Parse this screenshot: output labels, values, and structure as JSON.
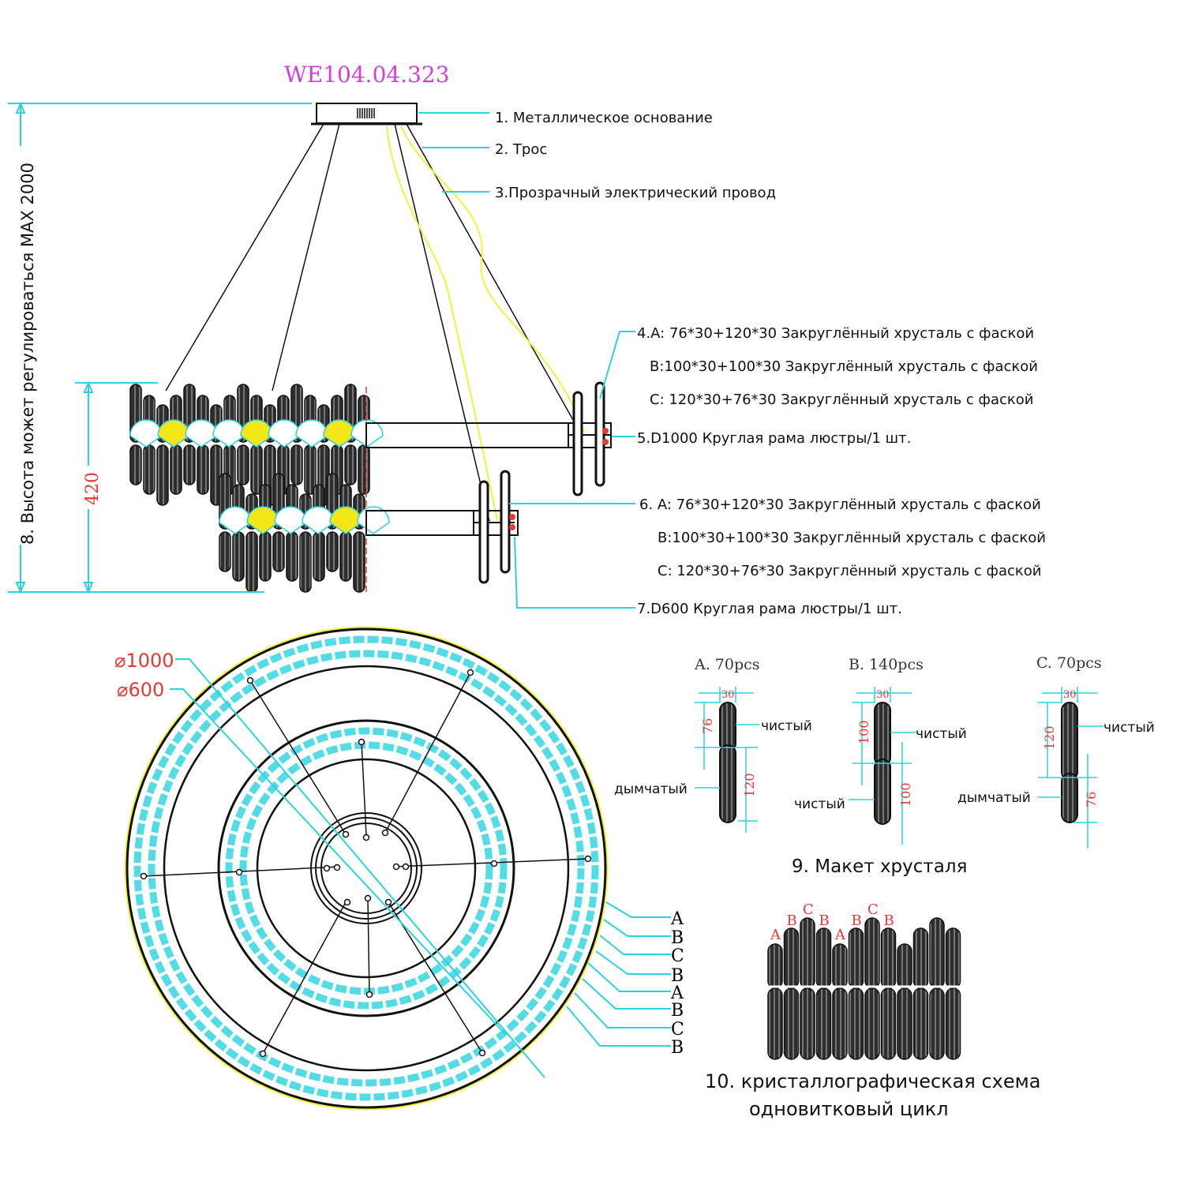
{
  "model_code": "WE104.04.323",
  "colors": {
    "dimension_line": "#29d3e0",
    "wire": "#f2f23c",
    "dimension_text": "#e53935",
    "model_code": "#d63ce0",
    "outline": "#111111",
    "crystal": "#3a3a3a"
  },
  "side_view": {
    "callouts": [
      {
        "id": "1",
        "text": "1. Металлическое основание"
      },
      {
        "id": "2",
        "text": "2. Трос"
      },
      {
        "id": "3",
        "text": "3.Прозрачный электрический провод"
      },
      {
        "id": "4A",
        "text": "4.A: 76*30+120*30 Закруглённый хрусталь с фаской"
      },
      {
        "id": "4B",
        "text": "B:100*30+100*30 Закруглённый хрусталь с фаской"
      },
      {
        "id": "4C",
        "text": "C: 120*30+76*30 Закруглённый хрусталь с фаской"
      },
      {
        "id": "5",
        "text": "5.D1000 Круглая рама люстры/1 шт."
      },
      {
        "id": "6A",
        "text": "6. A: 76*30+120*30 Закруглённый хрусталь с фаской"
      },
      {
        "id": "6B",
        "text": "B:100*30+100*30 Закруглённый хрусталь с фаской"
      },
      {
        "id": "6C",
        "text": "C: 120*30+76*30 Закруглённый хрусталь с фаской"
      },
      {
        "id": "7",
        "text": "7.D600 Круглая рама люстры/1 шт."
      }
    ],
    "height_label": "8. Высота может регулироваться MAX 2000",
    "body_height": "420"
  },
  "top_view": {
    "diameters": [
      "⌀1000",
      "⌀600"
    ],
    "ring_labels": [
      "A",
      "B",
      "C",
      "B",
      "A",
      "B",
      "C",
      "B"
    ]
  },
  "crystal_layout": {
    "title": "9. Макет хрусталя",
    "types": [
      {
        "name": "A. 70pcs",
        "width": "30",
        "top_len": "76",
        "bottom_len": "120",
        "top_label": "чистый",
        "bottom_label": "дымчатый"
      },
      {
        "name": "B. 140pcs",
        "width": "30",
        "top_len": "100",
        "bottom_len": "100",
        "top_label": "чистый",
        "bottom_label": "чистый"
      },
      {
        "name": "C. 70pcs",
        "width": "30",
        "top_len": "120",
        "bottom_len": "76",
        "top_label": "чистый",
        "bottom_label": "дымчатый"
      }
    ]
  },
  "cycle_scheme": {
    "title_line1": "10. кристаллографическая схема",
    "title_line2": "одновитковый цикл",
    "sequence": [
      "A",
      "B",
      "C",
      "B",
      "A",
      "B",
      "C",
      "B"
    ]
  }
}
